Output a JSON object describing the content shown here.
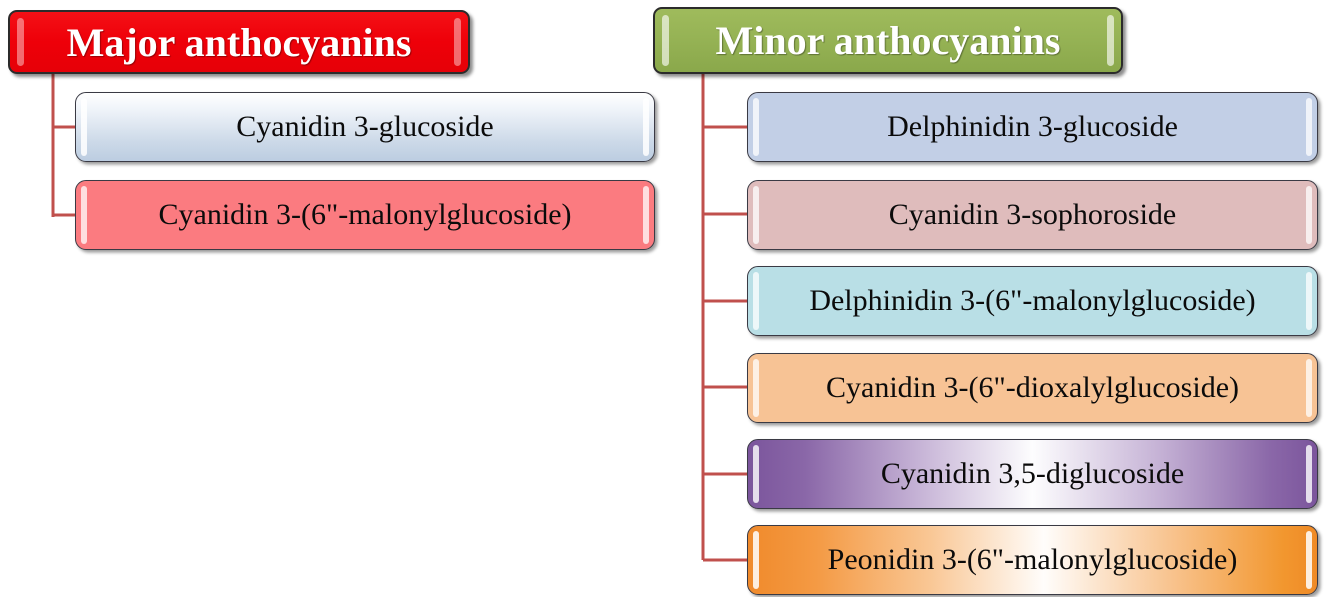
{
  "diagram": {
    "type": "hierarchy-tree",
    "connector_color": "#c0504d",
    "branches": [
      {
        "id": "major",
        "header": {
          "label": "Major anthocyanins",
          "fill": "#ee0009",
          "text_color": "#ffffff",
          "border_color": "#2b2b2b"
        },
        "items": [
          {
            "label": "Cyanidin 3-glucoside",
            "fill": "#ccd9e8"
          },
          {
            "label": "Cyanidin 3-(6\"-malonylglucoside)",
            "fill": "#fb7b80"
          }
        ]
      },
      {
        "id": "minor",
        "header": {
          "label": "Minor anthocyanins",
          "fill": "#95b254",
          "text_color": "#ffffff",
          "border_color": "#2b2b2b"
        },
        "items": [
          {
            "label": "Delphinidin 3-glucoside",
            "fill": "#c2cfe6"
          },
          {
            "label": "Cyanidin 3-sophoroside",
            "fill": "#dfbcbc"
          },
          {
            "label": "Delphinidin 3-(6\"-malonylglucoside)",
            "fill": "#b9dfe6"
          },
          {
            "label": "Cyanidin 3-(6\"-dioxalylglucoside)",
            "fill": "#f7c395"
          },
          {
            "label": "Cyanidin 3,5-diglucoside",
            "fill": "#7b559c"
          },
          {
            "label": "Peonidin 3-(6\"-malonylglucoside)",
            "fill": "#f08a2b"
          }
        ]
      }
    ]
  }
}
